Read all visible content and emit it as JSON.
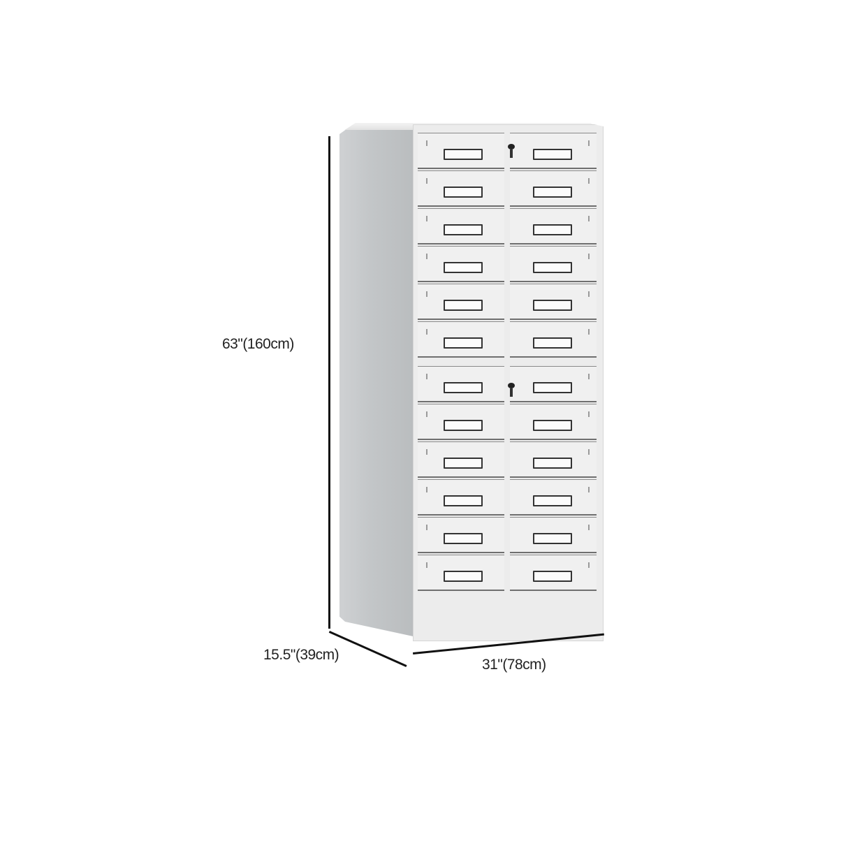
{
  "product": {
    "type": "steel drawer cabinet",
    "color": "#ececec",
    "drawer_columns": 2,
    "drawer_rows": 12,
    "drawer_count": 24,
    "lock_count": 2
  },
  "dimensions": {
    "height_label": "63\"(160cm)",
    "depth_label": "15.5\"(39cm)",
    "width_label": "31\"(78cm)"
  }
}
